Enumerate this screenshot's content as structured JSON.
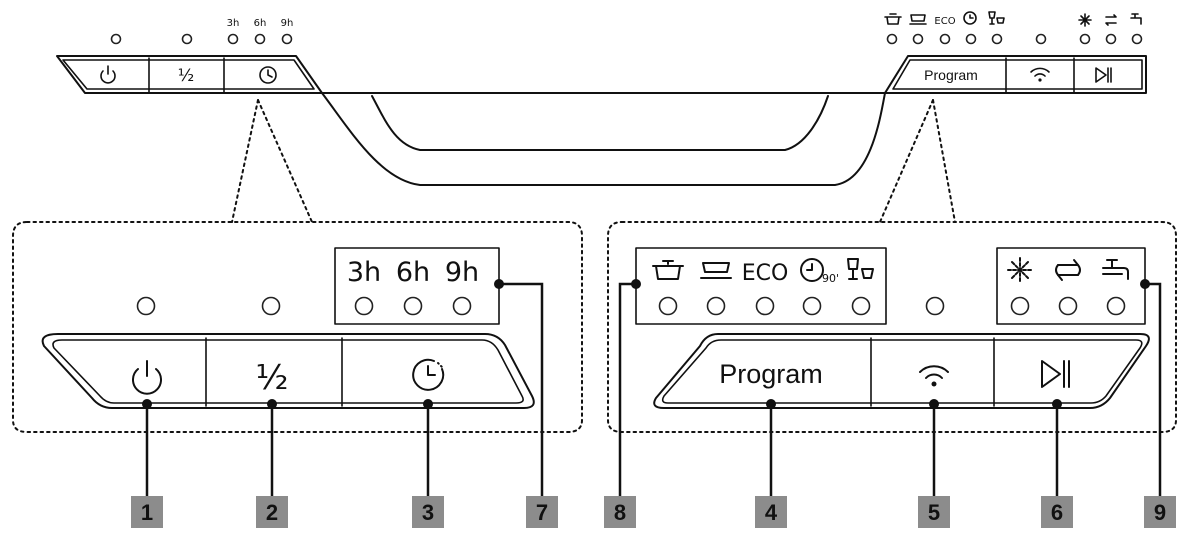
{
  "top_panel": {
    "left_buttons": {
      "half_label": "½"
    },
    "delay_labels": [
      "3h",
      "6h",
      "9h"
    ],
    "eco_label": "ECO",
    "program_label": "Program"
  },
  "zoom_left": {
    "delay_labels": [
      "3h",
      "6h",
      "9h"
    ],
    "half_label": "½"
  },
  "zoom_right": {
    "eco_label": "ECO",
    "program_label": "Program",
    "quick_label": "90'"
  },
  "callouts": [
    "1",
    "2",
    "3",
    "7",
    "8",
    "4",
    "5",
    "6",
    "9"
  ],
  "icons": {
    "power": "power-icon",
    "half": "half-load-icon",
    "delay": "delay-timer-icon",
    "wifi": "wifi-icon",
    "start": "start-pause-icon",
    "pot": "intensive-pot-icon",
    "plate": "normal-plate-icon",
    "quick": "quick-90-icon",
    "glass": "glass-icon",
    "sparkle": "rinse-aid-icon",
    "cycle": "salt-refill-icon",
    "tap": "water-tap-icon"
  }
}
